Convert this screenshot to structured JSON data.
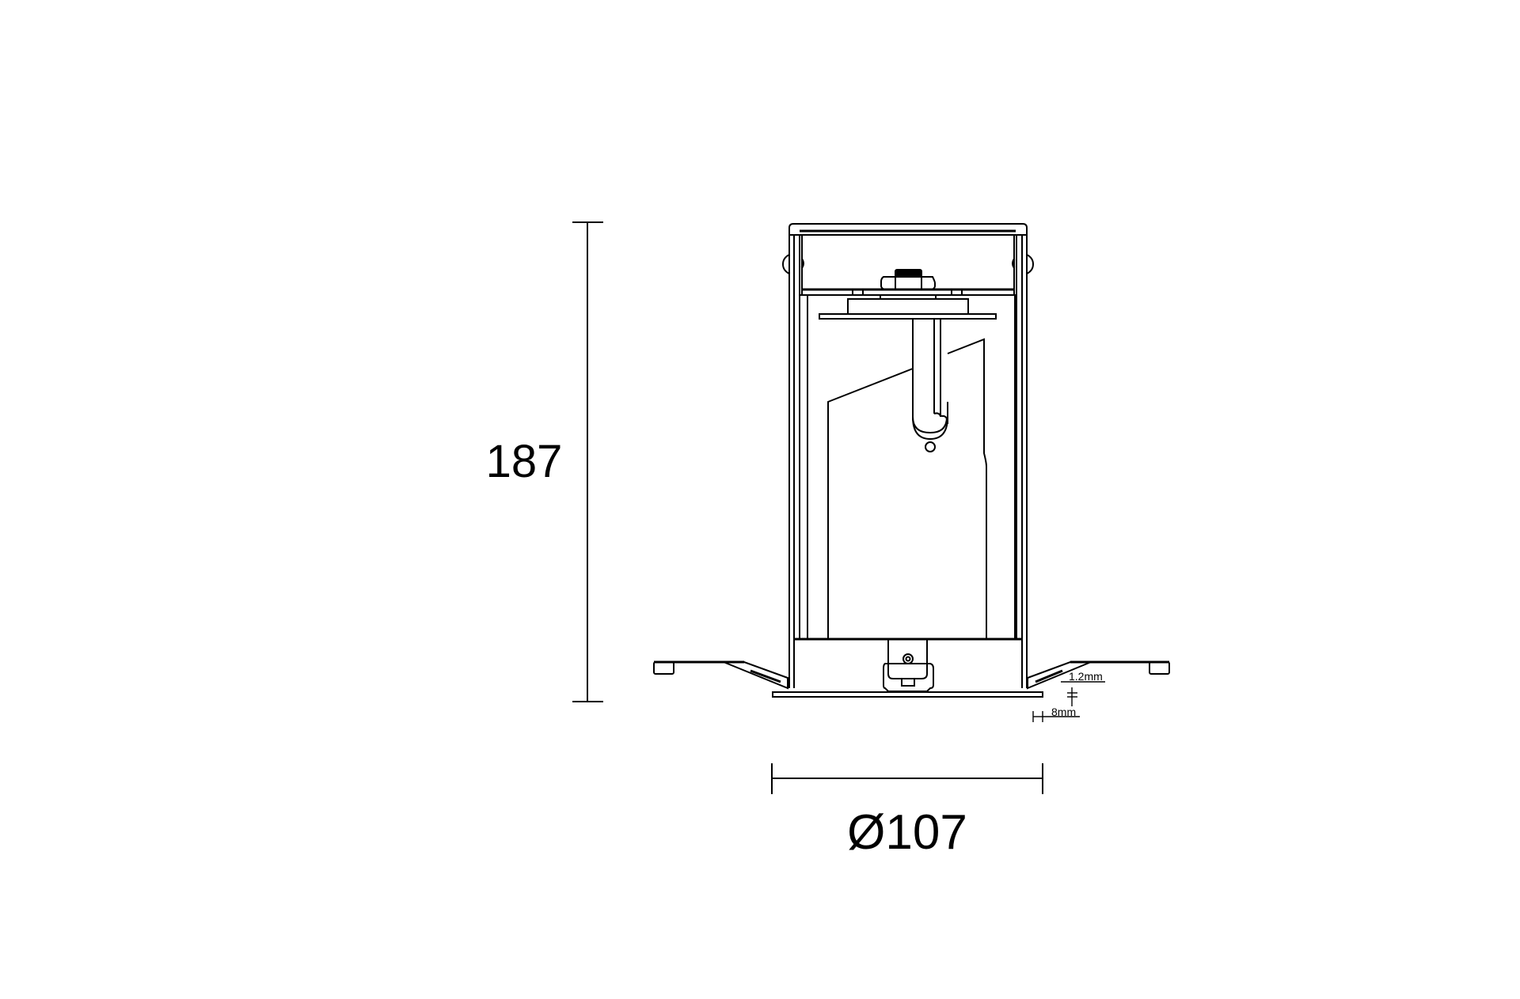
{
  "drawing": {
    "type": "technical-elevation-drawing",
    "subject": "recessed downlight housing with spring clips",
    "line_color": "#000000",
    "background": "#ffffff"
  },
  "dimensions": {
    "height": {
      "label": "187"
    },
    "diameter": {
      "label": "Ø107"
    },
    "ceiling_thickness": {
      "label": "1.2mm"
    },
    "clip_offset": {
      "label": "8mm"
    }
  }
}
